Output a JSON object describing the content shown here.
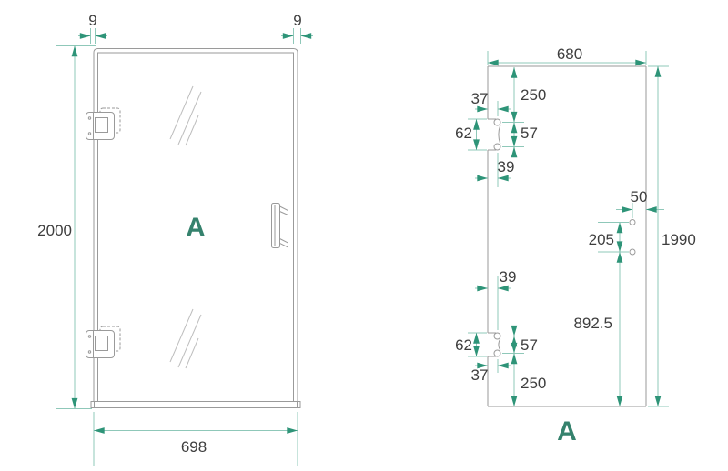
{
  "colors": {
    "outline": "#9a9a9a",
    "shine": "#bdbdbd",
    "dim_line": "#8fc8b9",
    "arrow": "#2e9478",
    "label": "#3e3e3e",
    "accent": "#35826d"
  },
  "front_view": {
    "panel_label": "A",
    "dims": {
      "left_offset": "9",
      "right_offset": "9",
      "height": "2000",
      "width": "698"
    }
  },
  "glass_view": {
    "panel_label": "A",
    "dims": {
      "width": "680",
      "height": "1990",
      "top_hinge_from_top": "250",
      "top_hinge_edge_offset": "37",
      "top_cutout_height": "62",
      "top_hole_pitch": "57",
      "top_hinge_width": "39",
      "handle_edge_offset": "50",
      "handle_hole_pitch": "205",
      "handle_to_bottom": "892.5",
      "bottom_hinge_width": "39",
      "bottom_cutout_height": "62",
      "bottom_hole_pitch": "57",
      "bottom_hinge_edge_offset": "37",
      "bottom_hinge_from_bottom": "250"
    }
  }
}
